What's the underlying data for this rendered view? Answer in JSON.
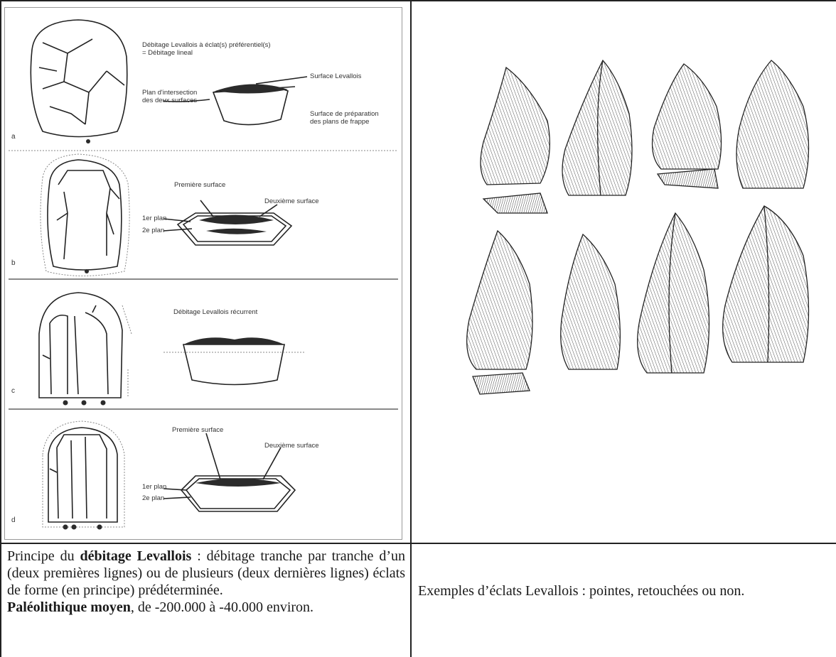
{
  "figures": {
    "left": {
      "panels": [
        {
          "letter": "a",
          "labels": [
            "Débitage Levallois à éclat(s) préférentiel(s)",
            "= Débitage lineal",
            "Surface Levallois",
            "Plan d'intersection",
            "des deux surfaces",
            "Surface de préparation",
            "des plans de frappe"
          ]
        },
        {
          "letter": "b",
          "labels": [
            "Première surface",
            "Deuxième surface",
            "1er plan",
            "2e plan"
          ]
        },
        {
          "letter": "c",
          "labels": [
            "Débitage Levallois récurrent"
          ]
        },
        {
          "letter": "d",
          "labels": [
            "Première surface",
            "Deuxième surface",
            "1er plan",
            "2e plan"
          ]
        }
      ]
    }
  },
  "captions": {
    "left": {
      "line1_pre": "Principe du ",
      "line1_bold": "débitage Levallois",
      "line1_post": " : débitage tranche par tranche d’un (deux premières lignes) ou de plusieurs (deux dernières lignes) éclats de forme (en principe) prédéterminée.",
      "line2_bold": "Paléolithique moyen",
      "line2_post": ", de -200.000 à -40.000 environ."
    },
    "right": {
      "text": "Exemples d’éclats Levallois : pointes, retouchées ou non."
    }
  },
  "colors": {
    "ink": "#222222",
    "flake_fill": "#2b2b2b"
  }
}
